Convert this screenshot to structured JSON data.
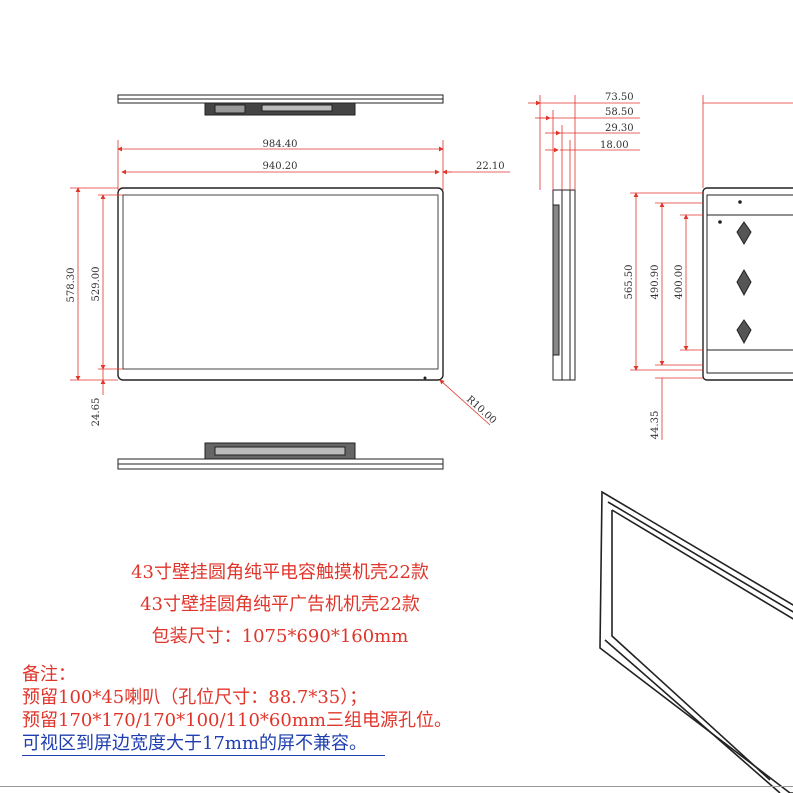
{
  "dimensions": {
    "front_outer_width": "984.40",
    "front_inner_width": "940.20",
    "bezel_offset": "22.10",
    "outer_height": "578.30",
    "inner_height": "529.00",
    "bottom_bezel": "24.65",
    "corner_radius": "R10.00",
    "depth_total": "73.50",
    "depth_b": "58.50",
    "depth_c": "29.30",
    "depth_d": "18.00",
    "back_height_a": "565.50",
    "back_height_b": "490.90",
    "back_height_c": "400.00",
    "back_bottom": "44.35"
  },
  "title": {
    "line1": "43寸壁挂圆角纯平电容触摸机壳22款",
    "line2": "43寸壁挂圆角纯平广告机机壳22款",
    "line3": "包装尺寸：1075*690*160mm"
  },
  "notes": {
    "heading": "备注：",
    "line1": "预留100*45喇叭（孔位尺寸：88.7*35）；",
    "line2": "预留170*170/170*100/110*60mm三组电源孔位。",
    "line3": "可视区到屏边宽度大于17mm的屏不兼容。"
  }
}
